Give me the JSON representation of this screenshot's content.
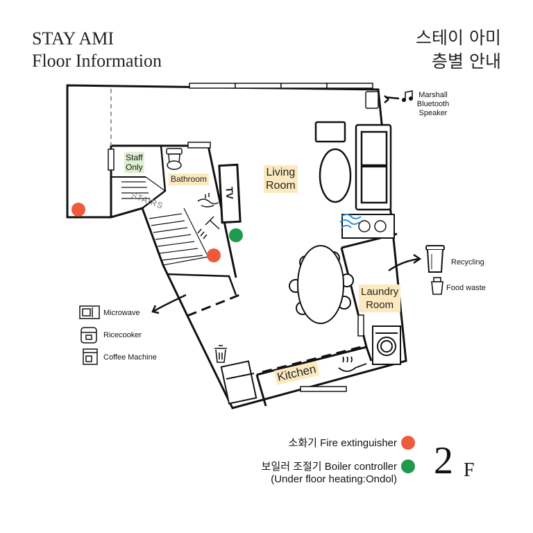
{
  "header": {
    "title_line1": "STAY AMI",
    "title_line2": "Floor Information",
    "korean_line1": "스테이 아미",
    "korean_line2": "층별 안내"
  },
  "rooms": {
    "living_line1": "Living",
    "living_line2": "Room",
    "laundry_line1": "Laundry",
    "laundry_line2": "Room",
    "kitchen": "Kitchen",
    "bathroom": "Bathroom",
    "staff_line1": "Staff",
    "staff_line2": "Only",
    "stairs": "STAIRS",
    "tv": "TV"
  },
  "speaker": {
    "line1": "Marshall",
    "line2": "Bluetooth",
    "line3": "Speaker"
  },
  "waste": {
    "recycling": "Recycling",
    "food": "Food waste"
  },
  "appliances": {
    "microwave": "Microwave",
    "ricecooker": "Ricecooker",
    "coffee": "Coffee Machine"
  },
  "legend": {
    "fire": "소화기 Fire extinguisher",
    "boiler": "보일러 조절기 Boiler controller",
    "boiler_note": "(Under floor heating:Ondol)",
    "fire_color": "#ef5a3c",
    "boiler_color": "#1e9a4c"
  },
  "floor": {
    "number": "2",
    "suffix": "F"
  }
}
